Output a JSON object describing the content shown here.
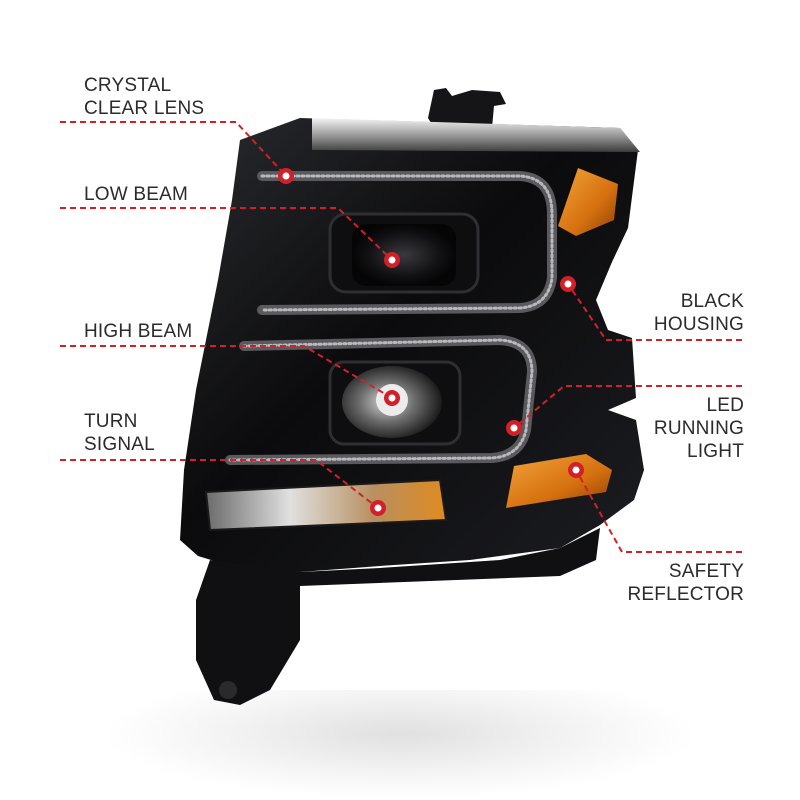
{
  "colors": {
    "accent": "#d32028",
    "label_text": "#2b2b2b",
    "housing": "#0d0d0f",
    "amber": "#e88a1a"
  },
  "callouts": {
    "crystal_clear_lens": {
      "line1": "CRYSTAL",
      "line2": "CLEAR LENS"
    },
    "low_beam": {
      "line1": "LOW BEAM"
    },
    "high_beam": {
      "line1": "HIGH BEAM"
    },
    "turn_signal": {
      "line1": "TURN",
      "line2": "SIGNAL"
    },
    "black_housing": {
      "line1": "BLACK",
      "line2": "HOUSING"
    },
    "led_running_light": {
      "line1": "LED",
      "line2": "RUNNING",
      "line3": "LIGHT"
    },
    "safety_reflector": {
      "line1": "SAFETY",
      "line2": "REFLECTOR"
    }
  },
  "product_image": {
    "icon": "headlight-assembly-icon"
  }
}
